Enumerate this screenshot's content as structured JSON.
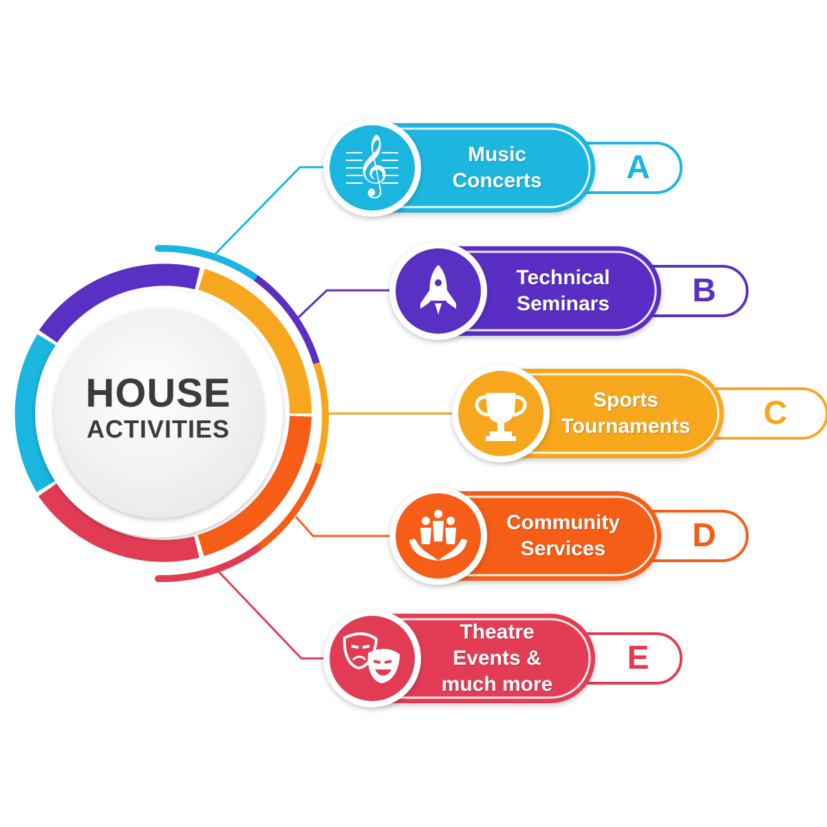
{
  "center": {
    "title": "HOUSE",
    "subtitle": "ACTIVITIES"
  },
  "colors": {
    "cyan": "#1ab6df",
    "purple": "#5a2fc4",
    "yellow": "#f7a71e",
    "orange": "#f65d16",
    "red": "#e23c55",
    "text_dark": "#3b3b3b"
  },
  "items": [
    {
      "letter": "A",
      "label": "Music Concerts",
      "icon": "treble-clef-icon",
      "color": "#1ab6df"
    },
    {
      "letter": "B",
      "label": "Technical Seminars",
      "icon": "rocket-icon",
      "color": "#5a2fc4"
    },
    {
      "letter": "C",
      "label": "Sports Tournaments",
      "icon": "trophy-icon",
      "color": "#f7a71e"
    },
    {
      "letter": "D",
      "label": "Community Services",
      "icon": "community-hands-icon",
      "color": "#f65d16"
    },
    {
      "letter": "E",
      "label": "Theatre Events & much more",
      "icon": "theatre-masks-icon",
      "color": "#e23c55"
    }
  ]
}
